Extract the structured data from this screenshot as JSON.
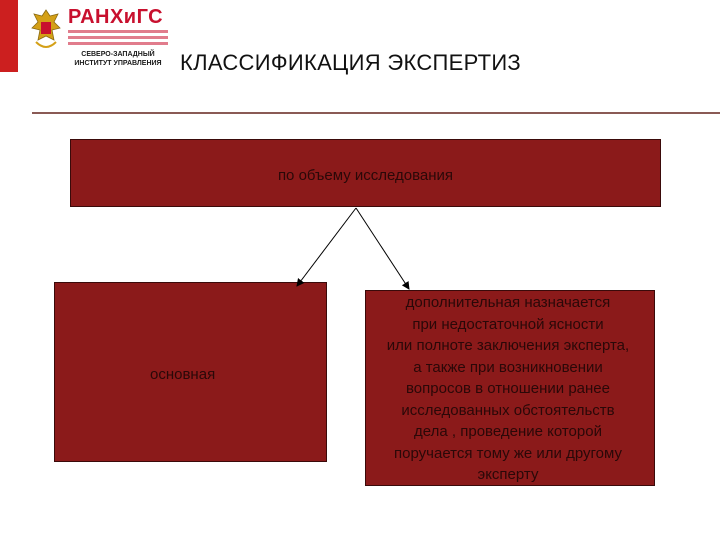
{
  "header": {
    "logo": {
      "brand": "РАНХиГС",
      "institute_line1": "СЕВЕРО-ЗАПАДНЫЙ",
      "institute_line2": "ИНСТИТУТ УПРАВЛЕНИЯ"
    },
    "title": "КЛАССИФИКАЦИЯ ЭКСПЕРТИЗ"
  },
  "diagram": {
    "root": {
      "label": "по объему исследования"
    },
    "children": [
      {
        "label": "основная"
      },
      {
        "label_lines": [
          "дополнительная назначается",
          "при недостаточной ясности",
          "или полноте заключения эксперта,",
          "а также при возникновении",
          "вопросов в отношении ранее",
          "исследованных обстоятельств",
          "дела , проведение которой",
          "поручается тому же или другому",
          "эксперту"
        ]
      }
    ]
  },
  "colors": {
    "accent": "#cc1f1f",
    "box_fill": "#8b1a1a",
    "box_text": "#2a0808"
  }
}
